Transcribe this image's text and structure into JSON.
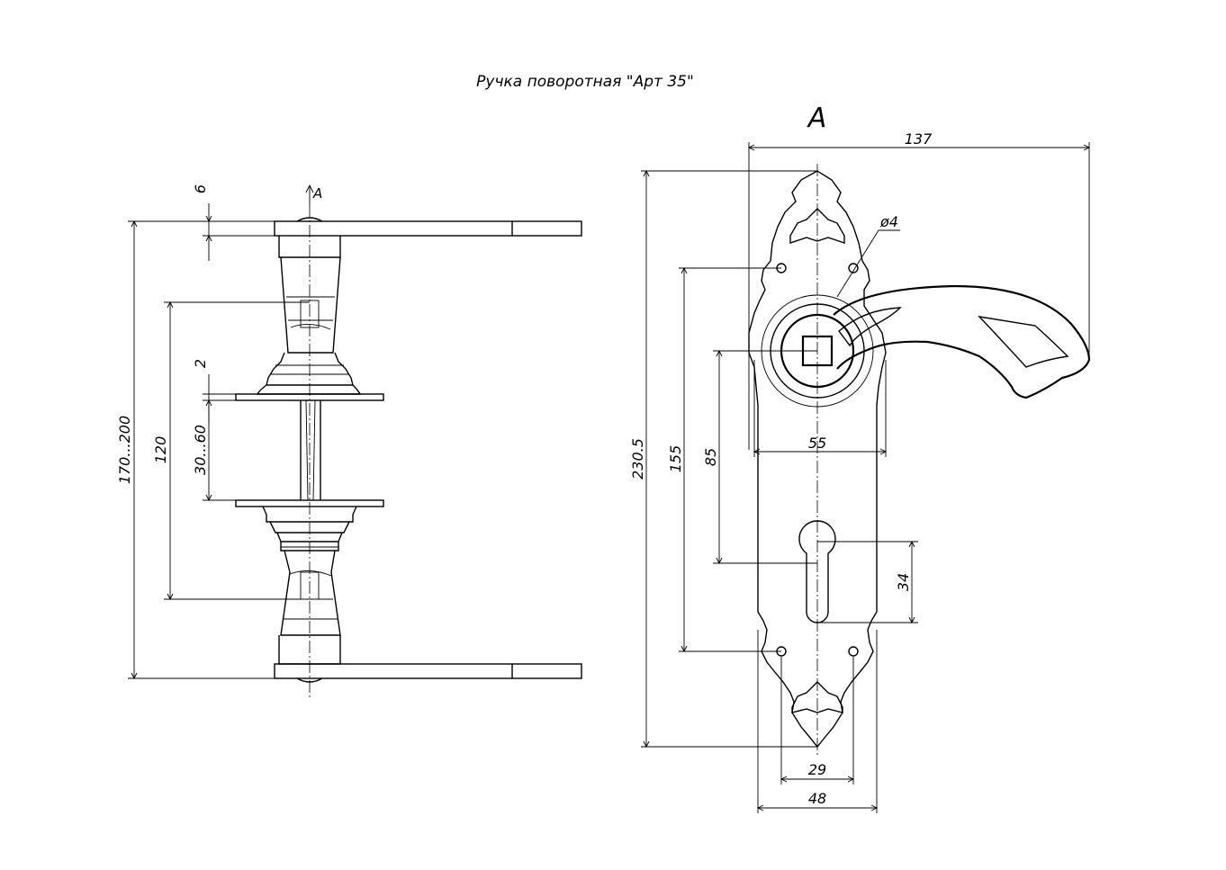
{
  "title": "Ручка поворотная \"Арт 35\"",
  "view_label": "A",
  "side_view": {
    "section_mark": "A",
    "dims": {
      "flange": "6",
      "rosette": "2",
      "door_thickness": "30...60",
      "screw_spacing": "120",
      "overall": "170...200"
    }
  },
  "front_view": {
    "dims": {
      "width": "137",
      "hole_diameter": "ø4",
      "plate_height": "230.5",
      "hole_spacing": "155",
      "backset": "85",
      "rosette": "55",
      "cylinder": "34",
      "hole_width": "29",
      "plate_width": "48"
    }
  },
  "colors": {
    "ink": "#000000",
    "paper": "#ffffff"
  }
}
